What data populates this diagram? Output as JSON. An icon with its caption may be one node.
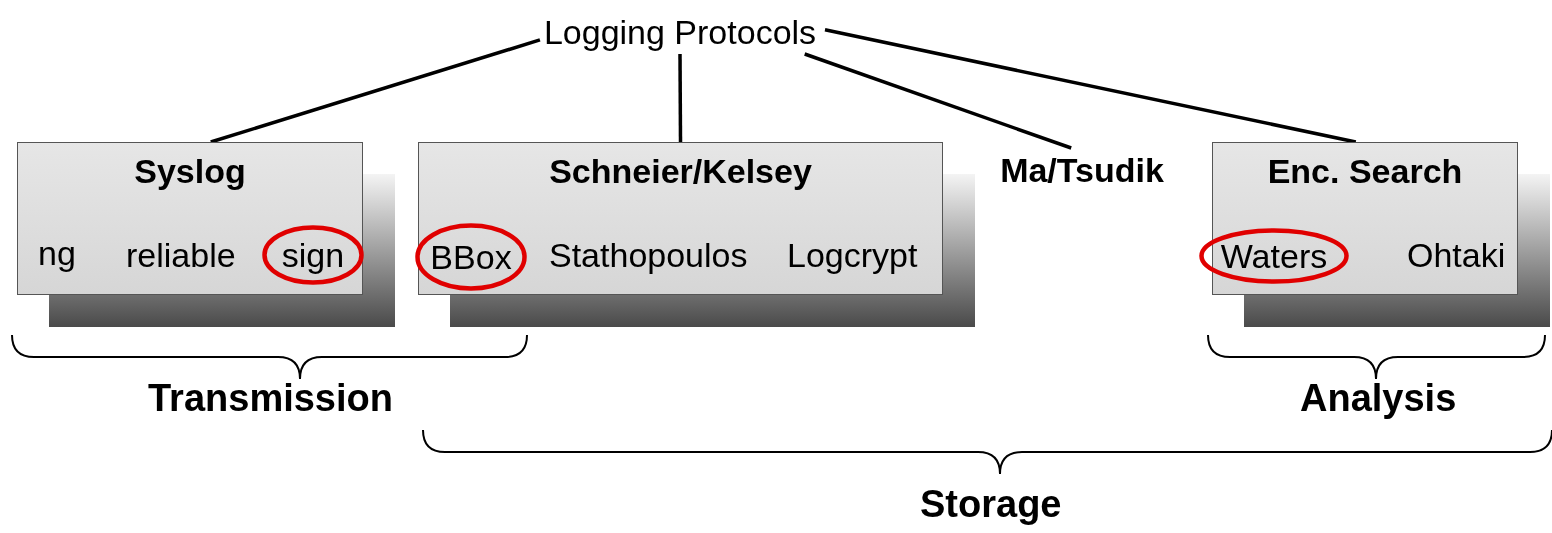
{
  "diagram": {
    "nodes": [
      {
        "text": [
          "Logging Protocols"
        ]
      },
      {
        "text": [
          "Syslog",
          "ng",
          "reliable"
        ]
      },
      {
        "text": [
          "sign"
        ],
        "in": 1
      },
      {
        "text": [
          "Schneier/Kelsey",
          "Stathopoulos",
          "Logcrypt"
        ]
      },
      {
        "text": [
          "BBox"
        ],
        "in": 3
      },
      {
        "text": [
          "Ma/Tsudik"
        ]
      },
      {
        "text": [
          "Enc. Search",
          "Ohtaki"
        ]
      },
      {
        "text": [
          "Waters"
        ],
        "in": 6
      }
    ],
    "edges": [
      {
        "from": 0,
        "to": 1,
        "arrow": "none"
      },
      {
        "from": 0,
        "to": 3,
        "arrow": "none"
      },
      {
        "from": 0,
        "to": 5,
        "arrow": "none"
      },
      {
        "from": 0,
        "to": 6,
        "arrow": "none"
      }
    ],
    "labels": [
      "Transmission",
      "Analysis",
      "Storage"
    ]
  }
}
